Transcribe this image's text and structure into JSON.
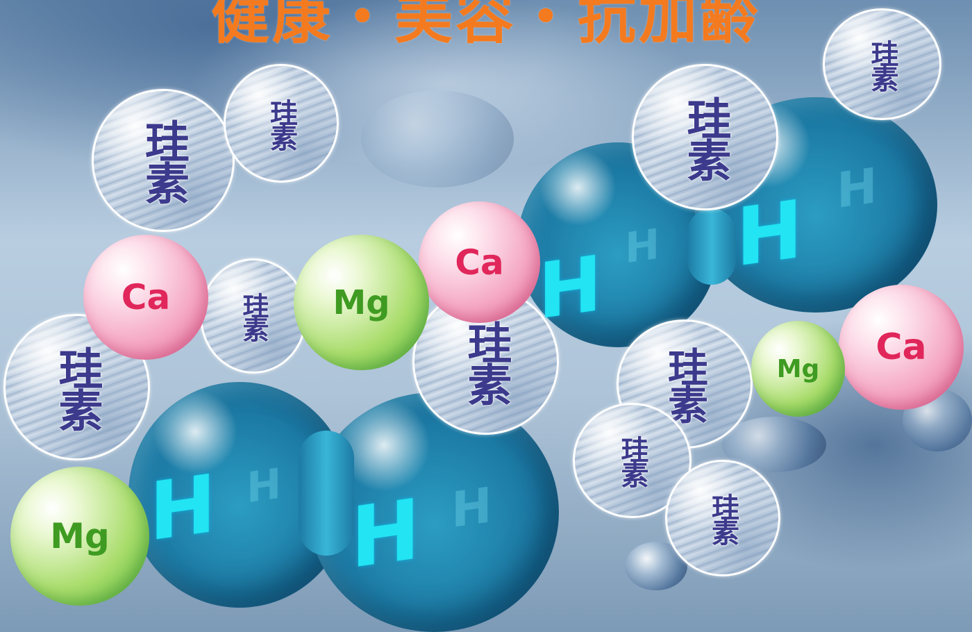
{
  "headline": "健康・美容・抗加齢",
  "element_labels": {
    "silicon": "珪素",
    "calcium": "Ca",
    "magnesium": "Mg",
    "hydrogen": "H"
  },
  "colors": {
    "headline": "#f47a1f",
    "silicon_text": "#3c3a8c",
    "calcium_text": "#e0265a",
    "magnesium_text": "#3f9b22",
    "hydrogen_text": "#22e4f2",
    "hydrogen_sphere": "#1c7aa4"
  }
}
